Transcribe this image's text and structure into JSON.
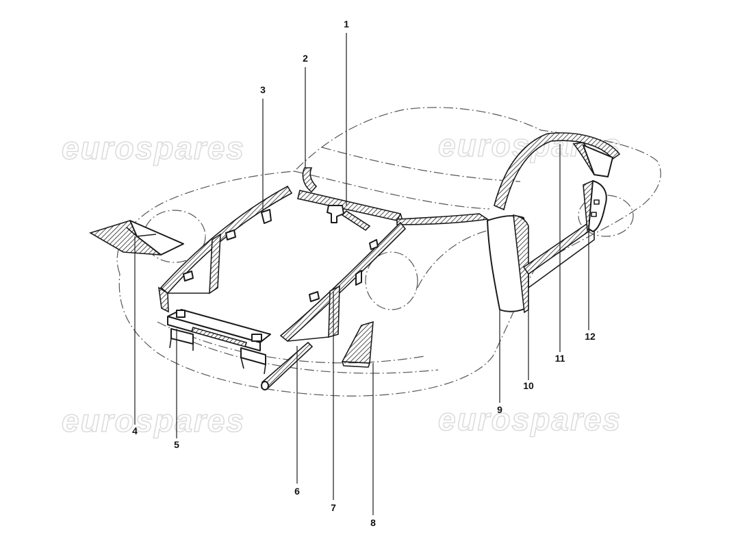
{
  "watermark": {
    "text": "eurospares"
  },
  "callouts": [
    {
      "id": "1",
      "label": "1"
    },
    {
      "id": "2",
      "label": "2"
    },
    {
      "id": "3",
      "label": "3"
    },
    {
      "id": "4",
      "label": "4"
    },
    {
      "id": "5",
      "label": "5"
    },
    {
      "id": "6",
      "label": "6"
    },
    {
      "id": "7",
      "label": "7"
    },
    {
      "id": "8",
      "label": "8"
    },
    {
      "id": "9",
      "label": "9"
    },
    {
      "id": "10",
      "label": "10"
    },
    {
      "id": "11",
      "label": "11"
    },
    {
      "id": "12",
      "label": "12"
    }
  ]
}
